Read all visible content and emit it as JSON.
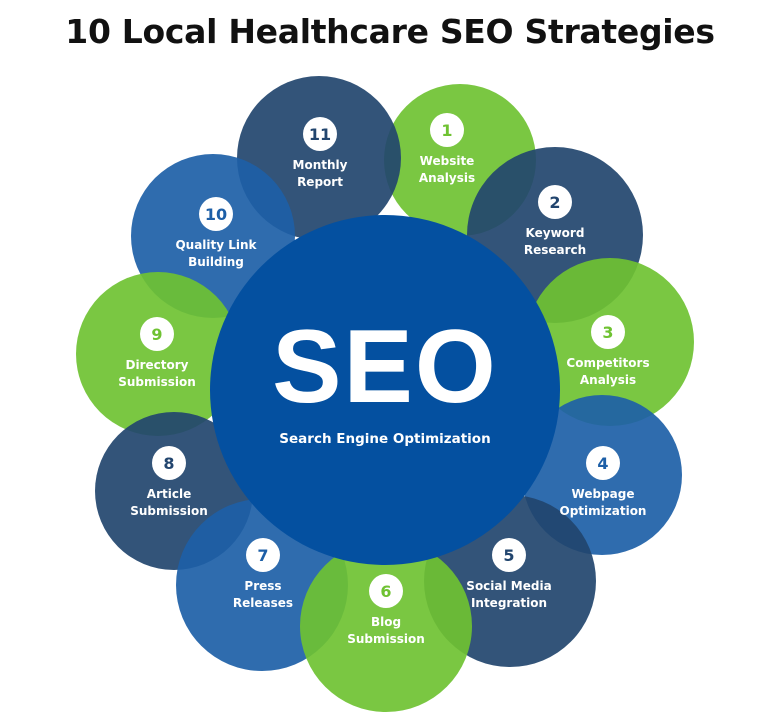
{
  "title": "10 Local Healthcare SEO Strategies",
  "colors": {
    "green": "#6fc232",
    "navy": "#22456e",
    "blue": "#1d5fa7",
    "center": "#0450a0",
    "text": "#ffffff"
  },
  "center": {
    "heading": "SEO",
    "subheading": "Search Engine Optimization"
  },
  "steps": [
    {
      "number": "1",
      "line1": "Website",
      "line2": "Analysis",
      "color": "green"
    },
    {
      "number": "2",
      "line1": "Keyword",
      "line2": "Research",
      "color": "navy"
    },
    {
      "number": "3",
      "line1": "Competitors",
      "line2": "Analysis",
      "color": "green"
    },
    {
      "number": "4",
      "line1": "Webpage",
      "line2": "Optimization",
      "color": "blue"
    },
    {
      "number": "5",
      "line1": "Social Media",
      "line2": "Integration",
      "color": "navy"
    },
    {
      "number": "6",
      "line1": "Blog",
      "line2": "Submission",
      "color": "green"
    },
    {
      "number": "7",
      "line1": "Press",
      "line2": "Releases",
      "color": "blue"
    },
    {
      "number": "8",
      "line1": "Article",
      "line2": "Submission",
      "color": "navy"
    },
    {
      "number": "9",
      "line1": "Directory",
      "line2": "Submission",
      "color": "green"
    },
    {
      "number": "10",
      "line1": "Quality Link",
      "line2": "Building",
      "color": "blue"
    },
    {
      "number": "11",
      "line1": "Monthly",
      "line2": "Report",
      "color": "navy"
    }
  ]
}
